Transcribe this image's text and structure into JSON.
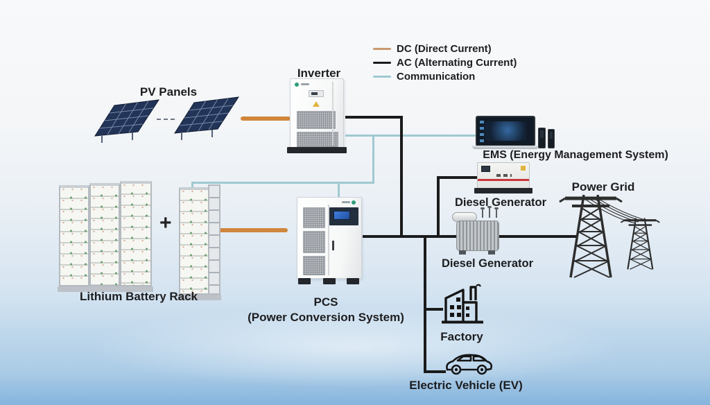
{
  "legend": {
    "items": [
      {
        "label": "DC (Direct Current)",
        "type": "dc"
      },
      {
        "label": "AC (Alternating Current)",
        "type": "ac"
      },
      {
        "label": "Communication",
        "type": "comm"
      }
    ]
  },
  "nodes": {
    "pv": {
      "label": "PV Panels"
    },
    "inverter": {
      "label": "Inverter"
    },
    "ems": {
      "label": "EMS (Energy Management System)"
    },
    "diesel_generator": {
      "label": "Diesel Generator"
    },
    "transformer": {
      "label": "Diesel Generator"
    },
    "power_grid": {
      "label": "Power Grid"
    },
    "battery": {
      "label": "Lithium Battery Rack",
      "plus": "+"
    },
    "pcs": {
      "label": "PCS",
      "sublabel": "(Power Conversion System)"
    },
    "factory": {
      "label": "Factory"
    },
    "ev": {
      "label": "Electric Vehicle (EV)"
    }
  },
  "colors": {
    "dc": "#d0863c",
    "ac": "#1b1b1b",
    "comm": "#9fc9d1",
    "legend_dc": "#c9996e",
    "text": "#1d1d1f"
  }
}
